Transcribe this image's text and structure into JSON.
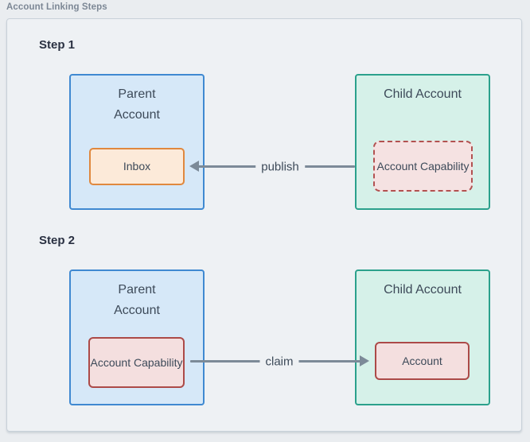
{
  "title": "Account Linking Steps",
  "steps": [
    {
      "label": "Step 1",
      "parent": {
        "title": "Parent Account",
        "inner": "Inbox"
      },
      "child": {
        "title": "Child Account",
        "inner": "Account Capability"
      },
      "arrow": {
        "label": "publish",
        "direction": "right-to-left"
      }
    },
    {
      "label": "Step 2",
      "parent": {
        "title": "Parent Account",
        "inner": "Account Capability"
      },
      "child": {
        "title": "Child Account",
        "inner": "Account"
      },
      "arrow": {
        "label": "claim",
        "direction": "left-to-right"
      }
    }
  ],
  "colors": {
    "canvas_background": "#eef1f4",
    "canvas_border": "#c8d1d9",
    "parent_node_border": "#3f89d1",
    "parent_node_fill": "#d6e8f8",
    "child_node_border": "#2ba18c",
    "child_node_fill": "#d6f1e9",
    "inbox_border": "#e0883e",
    "inbox_fill": "#fcead9",
    "capability_border": "#ac4a48",
    "capability_fill": "#f4dfdf",
    "arrow": "#7c8a98",
    "node_text": "#3d4a59",
    "heading_text": "#2a3142"
  }
}
